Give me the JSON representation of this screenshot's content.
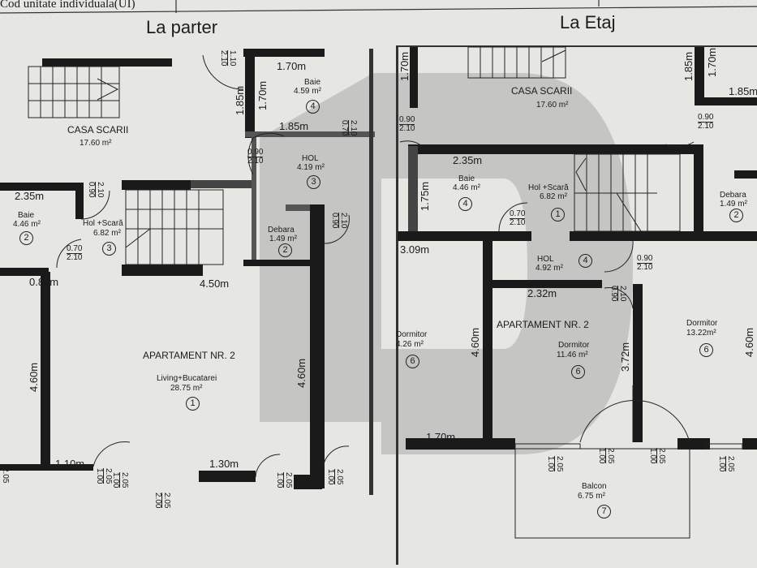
{
  "header": {
    "code_label": "Cod unitate individuala(UI)"
  },
  "parter": {
    "title": "La parter",
    "rooms": [
      {
        "name": "CASA SCARII",
        "area": "17.60 m²"
      },
      {
        "name": "Baie",
        "area": "4.59 m²",
        "no": "4"
      },
      {
        "name": "HOL",
        "area": "4.19 m²",
        "no": "3"
      },
      {
        "name": "Baie",
        "area": "4.46 m²",
        "no": "2"
      },
      {
        "name": "Hol +Scară",
        "area": "6.82 m²",
        "no": "3"
      },
      {
        "name": "Debara",
        "area": "1.49 m²",
        "no": "2"
      },
      {
        "name": "Living+Bucatarei",
        "area": "28.75 m²",
        "no": "1"
      }
    ],
    "apartment": "APARTAMENT NR. 2",
    "dims": [
      "1.70m",
      "1.85m",
      "1.70m",
      "1.85m",
      "2.35m",
      "0.85m",
      "4.50m",
      "4.60m",
      "4.60m",
      "1.10m",
      "1.30m",
      "2.05"
    ],
    "doors": [
      [
        "1.10",
        "2.10"
      ],
      [
        "2.10",
        "0.70"
      ],
      [
        "0.90",
        "2.10"
      ],
      [
        "2.10",
        "0.90"
      ],
      [
        "0.70",
        "2.10"
      ],
      [
        "2.10",
        "0.90"
      ],
      [
        "2.05",
        "1.00"
      ],
      [
        "2.05",
        "1.00"
      ],
      [
        "2.05",
        "2.00"
      ],
      [
        "2.05",
        "1.00"
      ],
      [
        "2.05",
        "1.00"
      ]
    ]
  },
  "etaj": {
    "title": "La Etaj",
    "rooms": [
      {
        "name": "CASA SCARII",
        "area": "17.60 m²"
      },
      {
        "name": "Baie",
        "area": "4.46 m²",
        "no": "4"
      },
      {
        "name": "Hol +Scară",
        "area": "6.82 m²",
        "no": "1"
      },
      {
        "name": "Debara",
        "area": "1.49 m²",
        "no": "2"
      },
      {
        "name": "HOL",
        "area": "4.92 m²",
        "no": "4"
      },
      {
        "name": "Dormitor",
        "area": "4.26 m²",
        "no": "6"
      },
      {
        "name": "Dormitor",
        "area": "11.46 m²",
        "no": "6"
      },
      {
        "name": "Dormitor",
        "area": "13.22m²",
        "no": "6"
      },
      {
        "name": "Balcon",
        "area": "6.75 m²",
        "no": "7"
      }
    ],
    "apartment": "APARTAMENT NR. 2",
    "dims": [
      "1.70m",
      "1.85m",
      "1.70m",
      "1.85m",
      "2.35m",
      "1.75m",
      "3.09m",
      "2.32m",
      "4.60m",
      "3.72m",
      "4.60m",
      "1.70m"
    ],
    "doors": [
      [
        "0.90",
        "2.10"
      ],
      [
        "0.90",
        "2.10"
      ],
      [
        "0.70",
        "2.10"
      ],
      [
        "0.90",
        "2.10"
      ],
      [
        "2.10",
        "0.90"
      ],
      [
        "2.05",
        "1.00"
      ],
      [
        "2.05",
        "1.00"
      ],
      [
        "2.05",
        "1.00"
      ],
      [
        "2.05",
        "1.00"
      ]
    ]
  },
  "colors": {
    "paper": "#e6e6e3",
    "wall": "#1a1a1a",
    "watermark": "#8a8a8a"
  }
}
